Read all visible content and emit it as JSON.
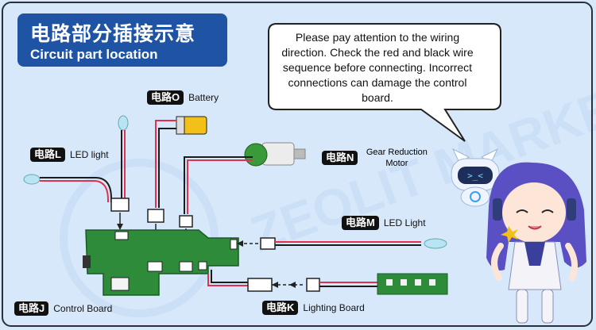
{
  "title": {
    "zh": "电路部分插接示意",
    "en": "Circuit part location"
  },
  "notice": "Please pay attention to the wiring direction. Check the red and black wire sequence before connecting. Incorrect connections can damage the control board.",
  "watermark": "ZEOLIT MARKET.COM",
  "labels": {
    "O": {
      "tag": "电路O",
      "text": "Battery"
    },
    "L": {
      "tag": "电路L",
      "text": "LED light"
    },
    "N": {
      "tag": "电路N",
      "text": "Gear Reduction Motor"
    },
    "M": {
      "tag": "电路M",
      "text": "LED Light"
    },
    "J": {
      "tag": "电路J",
      "text": "Control Board"
    },
    "K": {
      "tag": "电路K",
      "text": "Lighting Board"
    }
  },
  "robot_screen": ">_<",
  "colors": {
    "background": "#d7e8fb",
    "title_bg": "#1f53a4",
    "board": "#2e8b3a",
    "wire_red": "#e0324f",
    "wire_black": "#1b1b1b",
    "battery": "#f2c018"
  }
}
